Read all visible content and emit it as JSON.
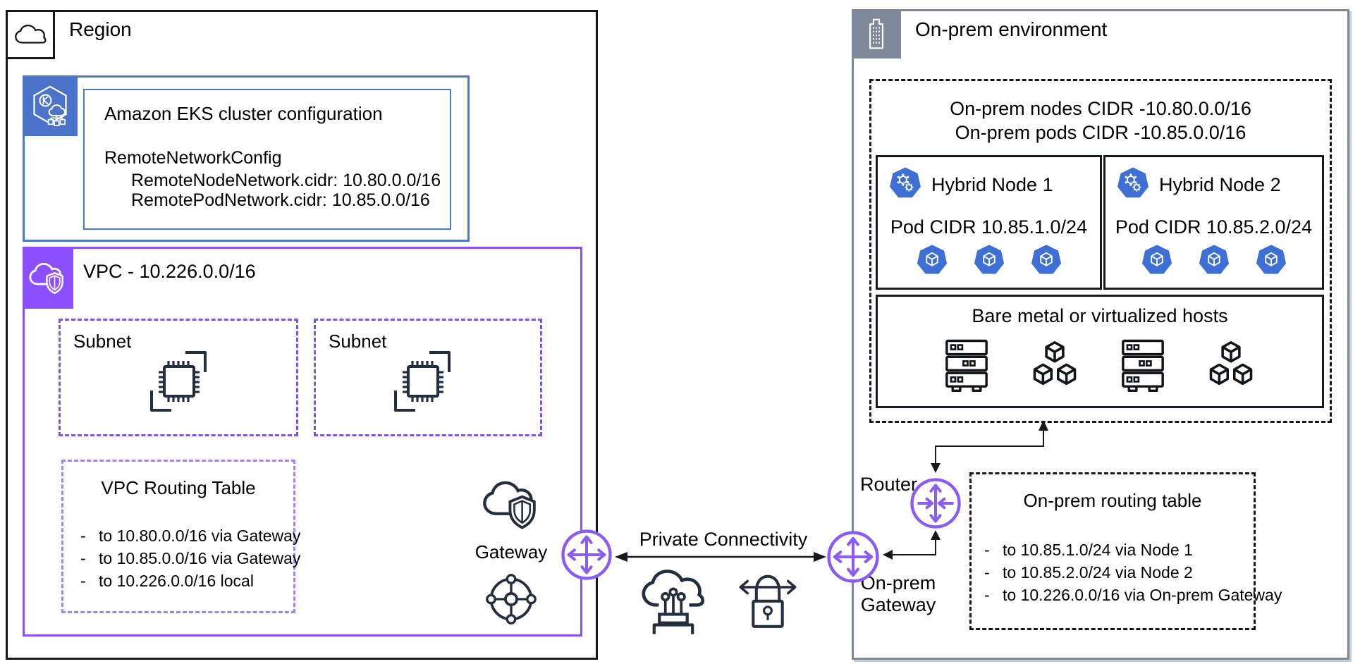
{
  "colors": {
    "region_border": "#15191e",
    "eks_blue": "#4B73C9",
    "vpc_purple": "#8C4FFF",
    "gateway_purple": "#8A5CF6",
    "k8s_blue": "#3E6FD4",
    "onprem_gray": "#7D8998",
    "icon_dark": "#232F3E"
  },
  "region": {
    "label": "Region",
    "eks": {
      "title": "Amazon EKS cluster configuration",
      "config": [
        "RemoteNetworkConfig",
        "RemoteNodeNetwork.cidr: 10.80.0.0/16",
        "RemotePodNetwork.cidr: 10.85.0.0/16"
      ]
    },
    "vpc": {
      "label": "VPC - 10.226.0.0/16",
      "subnets": [
        "Subnet",
        "Subnet"
      ],
      "routing_table": {
        "title": "VPC Routing Table",
        "routes": [
          "to 10.80.0.0/16 via Gateway",
          "to 10.85.0.0/16 via Gateway",
          "to 10.226.0.0/16 local"
        ]
      },
      "gateway_label": "Gateway"
    }
  },
  "middle": {
    "private_connectivity": "Private Connectivity"
  },
  "onprem": {
    "label": "On-prem environment",
    "cidr_lines": [
      "On-prem nodes CIDR -10.80.0.0/16",
      "On-prem pods CIDR -10.85.0.0/16"
    ],
    "nodes": [
      {
        "title": "Hybrid Node 1",
        "pod_cidr": "Pod CIDR 10.85.1.0/24"
      },
      {
        "title": "Hybrid Node 2",
        "pod_cidr": "Pod CIDR 10.85.2.0/24"
      }
    ],
    "hosts_label": "Bare metal or virtualized hosts",
    "router_label": "Router",
    "gateway_label": [
      "On-prem",
      "Gateway"
    ],
    "routing_table": {
      "title": "On-prem routing table",
      "routes": [
        "to 10.85.1.0/24 via Node 1",
        "to 10.85.2.0/24 via Node 2",
        "to 10.226.0.0/16 via On-prem Gateway"
      ]
    }
  }
}
